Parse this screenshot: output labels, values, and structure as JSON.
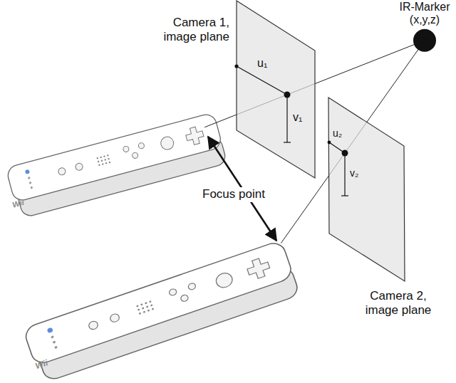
{
  "diagram": {
    "nodes": [
      {
        "text": [
          "Camera 1, image plane"
        ]
      },
      {
        "text": [
          "IR-Marker (x,y,z)"
        ]
      },
      {
        "text": [
          "Camera 2, image plane"
        ]
      }
    ],
    "labels": [
      "u₁",
      "v₁",
      "Focus point",
      "u₂",
      "v₂",
      "Wii",
      "Wii"
    ]
  }
}
